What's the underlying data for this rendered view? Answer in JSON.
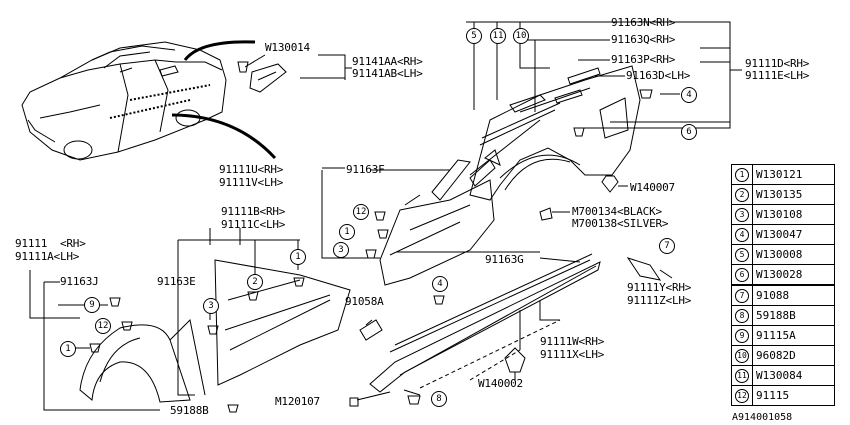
{
  "figure_ref": "A914001058",
  "labels": {
    "w130014": "W130014",
    "p91141aa": "91141AA<RH>",
    "p91141ab": "91141AB<LH>",
    "p91163n": "91163N<RH>",
    "p91163q": "91163Q<RH>",
    "p91163p": "91163P<RH>",
    "p91163d": "91163D<LH>",
    "p91111d": "91111D<RH>",
    "p91111e": "91111E<LH>",
    "p91111u": "91111U<RH>",
    "p91111v": "91111V<LH>",
    "p91163f": "91163F",
    "w140007": "W140007",
    "m700134": "M700134<BLACK>",
    "m700138": "M700138<SILVER>",
    "p91111b": "91111B<RH>",
    "p91111c": "91111C<LH>",
    "p91111": "91111  <RH>",
    "p91111a": "91111A<LH>",
    "p91163j": "91163J",
    "p91163e": "91163E",
    "p91163g": "91163G",
    "p91058a": "91058A",
    "p91111y": "91111Y<RH>",
    "p91111z": "91111Z<LH>",
    "p91111w": "91111W<RH>",
    "p91111x": "91111X<LH>",
    "w140002": "W140002",
    "m120107": "M120107",
    "p59188b": "59188B"
  },
  "legend": [
    {
      "num": "1",
      "part": "W130121"
    },
    {
      "num": "2",
      "part": "W130135"
    },
    {
      "num": "3",
      "part": "W130108"
    },
    {
      "num": "4",
      "part": "W130047"
    },
    {
      "num": "5",
      "part": "W130008"
    },
    {
      "num": "6",
      "part": "W130028"
    },
    {
      "num": "7",
      "part": "91088"
    },
    {
      "num": "8",
      "part": "59188B"
    },
    {
      "num": "9",
      "part": "91115A"
    },
    {
      "num": "10",
      "part": "96082D"
    },
    {
      "num": "11",
      "part": "W130084"
    },
    {
      "num": "12",
      "part": "91115"
    }
  ],
  "callouts": [
    "5",
    "11",
    "10",
    "4",
    "6",
    "12",
    "1",
    "3",
    "2",
    "1",
    "3",
    "9",
    "12",
    "1",
    "7",
    "4",
    "8"
  ]
}
